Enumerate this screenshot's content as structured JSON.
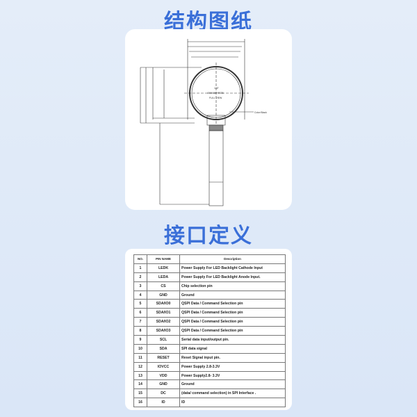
{
  "structure_title": "结构图纸",
  "interface_title": "接口定义",
  "drawing": {
    "size": "1.6\"",
    "resolution": "400X400+RGB",
    "view": "FULL VIEW",
    "color": "Color:Black"
  },
  "table": {
    "headers": [
      "NO.",
      "PIN NAME",
      "Description"
    ],
    "rows": [
      [
        "1",
        "LEDK",
        "Power Supply For LED Backlight Cathode Input"
      ],
      [
        "2",
        "LEDA",
        "Power Supply For LED Backlight Anode Input."
      ],
      [
        "3",
        "CS",
        "Chip selection pin"
      ],
      [
        "4",
        "GND",
        "Ground"
      ],
      [
        "5",
        "SDA/IO0",
        "QSPI Data / Command Selection pin"
      ],
      [
        "6",
        "SDA/IO1",
        "QSPI Data / Command Selection pin"
      ],
      [
        "7",
        "SDA/IO2",
        "QSPI Data / Command Selection pin"
      ],
      [
        "8",
        "SDA/IO3",
        "QSPI Data / Command Selection pin"
      ],
      [
        "9",
        "SCL",
        "Serial data input/output pin."
      ],
      [
        "10",
        "SDA",
        "SPI data signal"
      ],
      [
        "11",
        "RESET",
        "Reset Signal input pin."
      ],
      [
        "12",
        "IOVCC",
        "Power Supply 2.8-3.3V"
      ],
      [
        "13",
        "VDD",
        "Power Supply2.8- 3.3V"
      ],
      [
        "14",
        "GND",
        "Ground"
      ],
      [
        "15",
        "DC",
        "(data/ command selection) in SPI Interface ."
      ],
      [
        "16",
        "ID",
        "ID"
      ]
    ]
  }
}
